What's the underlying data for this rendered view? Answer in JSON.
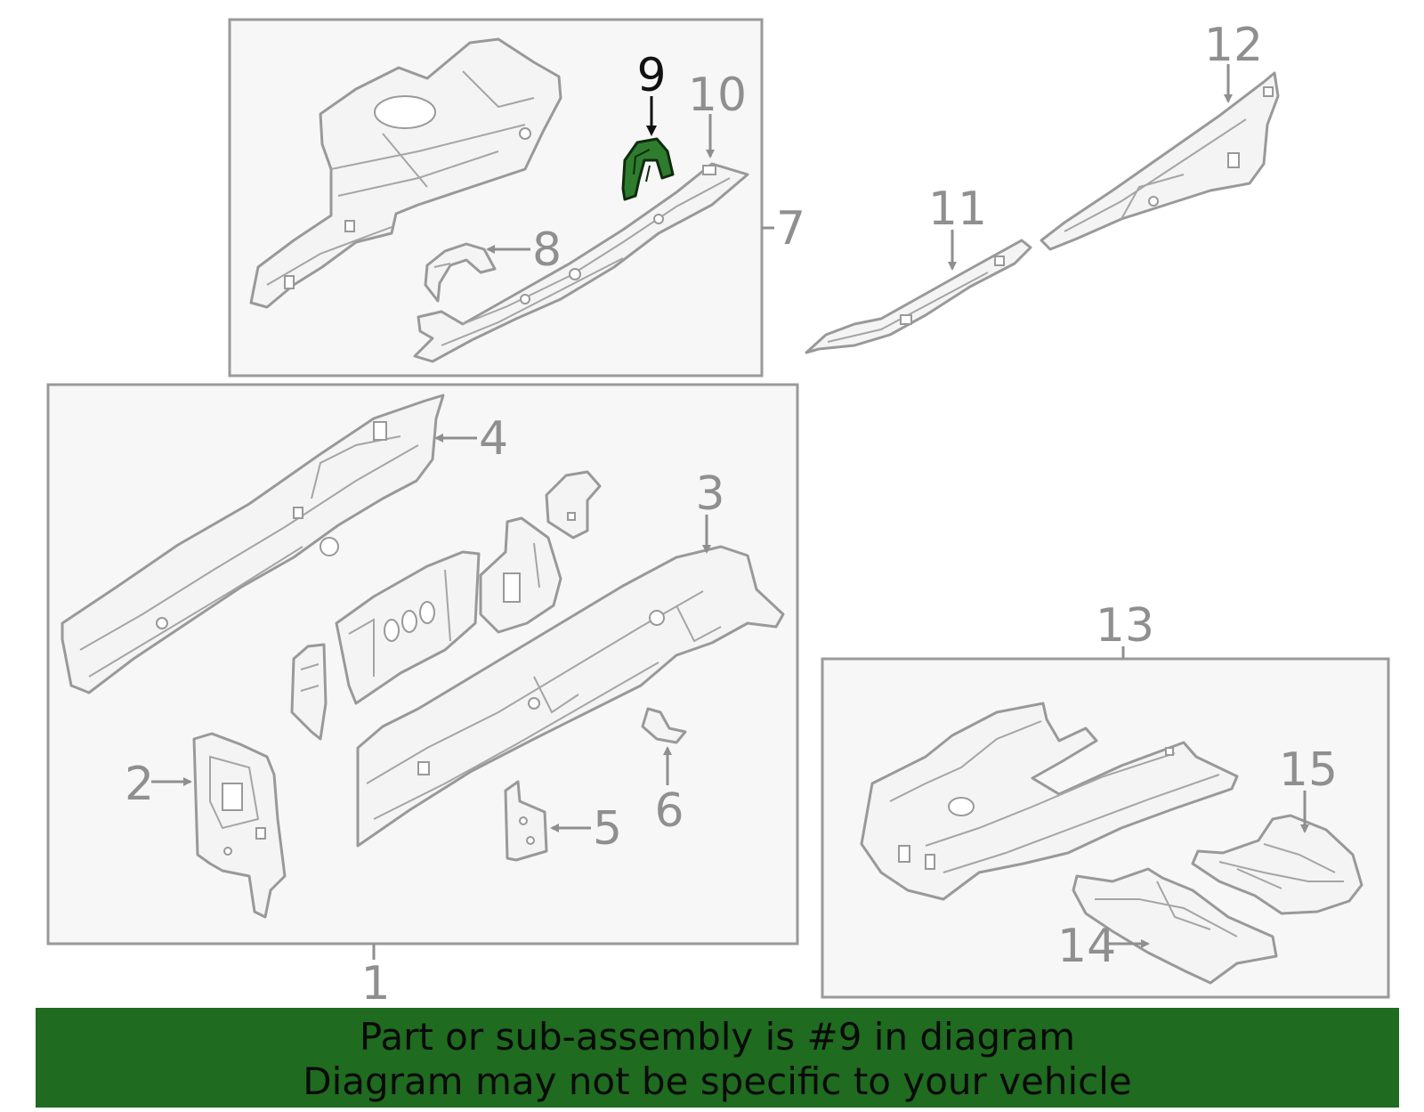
{
  "diagram": {
    "callouts": {
      "c1": "1",
      "c2": "2",
      "c3": "3",
      "c4": "4",
      "c5": "5",
      "c6": "6",
      "c7": "7",
      "c8": "8",
      "c9": "9",
      "c10": "10",
      "c11": "11",
      "c12": "12",
      "c13": "13",
      "c14": "14",
      "c15": "15"
    },
    "highlighted_part": "9",
    "colors": {
      "highlight": "#2e7d2e",
      "banner": "#1f6b1f",
      "line_art": "#999999"
    }
  },
  "banner": {
    "line1": "Part or sub-assembly is #9 in diagram",
    "line2": "Diagram may not be specific to your vehicle"
  }
}
